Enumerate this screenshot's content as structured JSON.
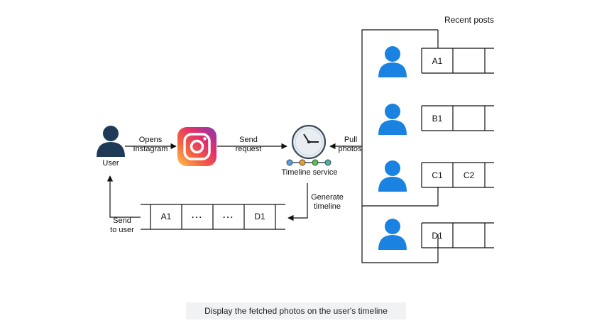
{
  "user_label": "User",
  "opens_label_line1": "Opens",
  "opens_label_line2": "Instagram",
  "send_request_line1": "Send",
  "send_request_line2": "request",
  "timeline_service_label": "Timeline service",
  "pull_photos_line1": "Pull",
  "pull_photos_line2": "photos",
  "generate_timeline_line1": "Generate",
  "generate_timeline_line2": "timeline",
  "send_to_user_line1": "Send",
  "send_to_user_line2": "to user",
  "recent_posts_label": "Recent posts",
  "timeline_queue": [
    "A1",
    "...",
    "...",
    "D1"
  ],
  "followee_posts": [
    [
      "A1",
      ""
    ],
    [
      "B1",
      ""
    ],
    [
      "C1",
      "C2"
    ],
    [
      "D1",
      ""
    ]
  ],
  "caption": "Display the fetched photos on the user's timeline",
  "colors": {
    "user_dark": "#1e3a56",
    "followee_blue": "#1a82e0",
    "clock_face": "#e9eef3",
    "dot_blue": "#5aa0d8",
    "dot_orange": "#f0a020",
    "dot_green": "#59c24a",
    "dot_teal": "#4fb0a8"
  }
}
